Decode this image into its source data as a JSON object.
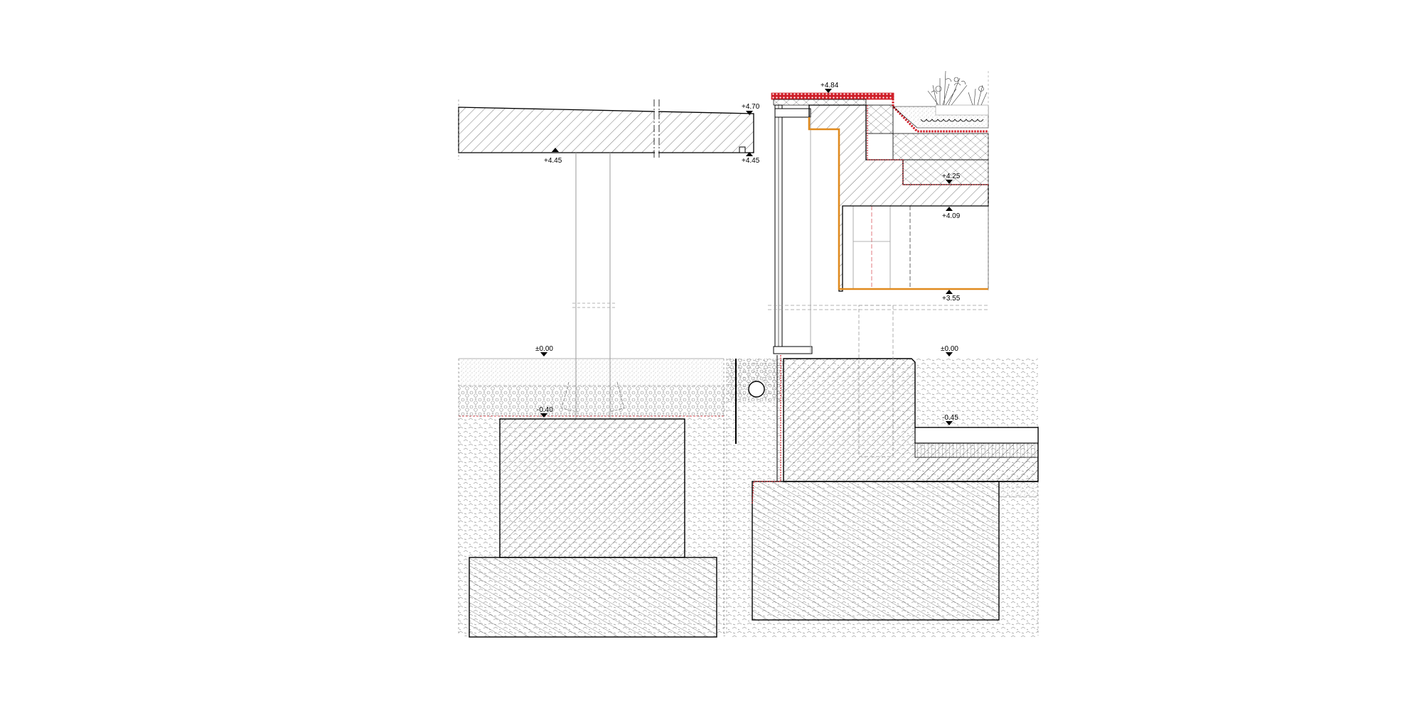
{
  "levels": {
    "canopy_top": "+4.70",
    "canopy_underside_left": "+4.45",
    "canopy_underside_right": "+4.45",
    "parapet_top": "+4.84",
    "roof_slab_top": "+4.25",
    "roof_slab_underside": "+4.09",
    "ceiling": "+3.55",
    "ground_left": "±0.00",
    "ground_right": "±0.00",
    "footing_top_left": "-0.40",
    "floor_slab_bottom": "-0.45"
  },
  "colors": {
    "line": "#000000",
    "hatch": "#555555",
    "membrane": "#d0202a",
    "flashing": "#e08a1e",
    "thin_line": "#9a9a9a"
  }
}
